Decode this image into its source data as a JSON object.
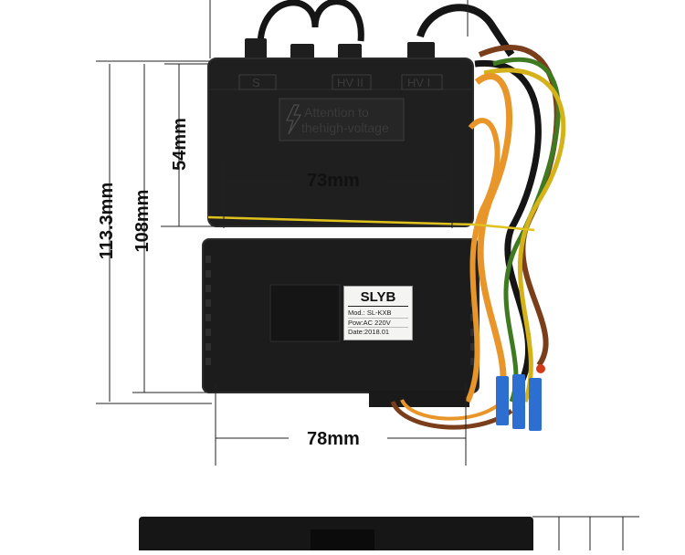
{
  "dimensions": {
    "width_label": "73mm",
    "body_width_label": "78mm",
    "upper_height_label": "54mm",
    "height_label": "108mm",
    "total_height_label": "113.3mm"
  },
  "housing_markings": {
    "port_s": "S",
    "port_hv2": "HV II",
    "port_hv1": "HV I",
    "warning_line1": "Attention to",
    "warning_line2": "thehigh-voltage"
  },
  "product_label": {
    "brand": "SLYB",
    "model": "Mod.: SL-KXB",
    "power": "Pow:AC 220V",
    "date": "Date:2018.01"
  },
  "colors": {
    "housing": "#1e1e1e",
    "housing_edge": "#2c2c2c",
    "wire_orange": "#e8962a",
    "wire_yellow": "#d4b21a",
    "wire_green": "#3f7a22",
    "wire_brown": "#7a3e1b",
    "wire_black": "#151515",
    "terminal_blue": "#2d6fd0",
    "dimension_line": "#222222"
  }
}
